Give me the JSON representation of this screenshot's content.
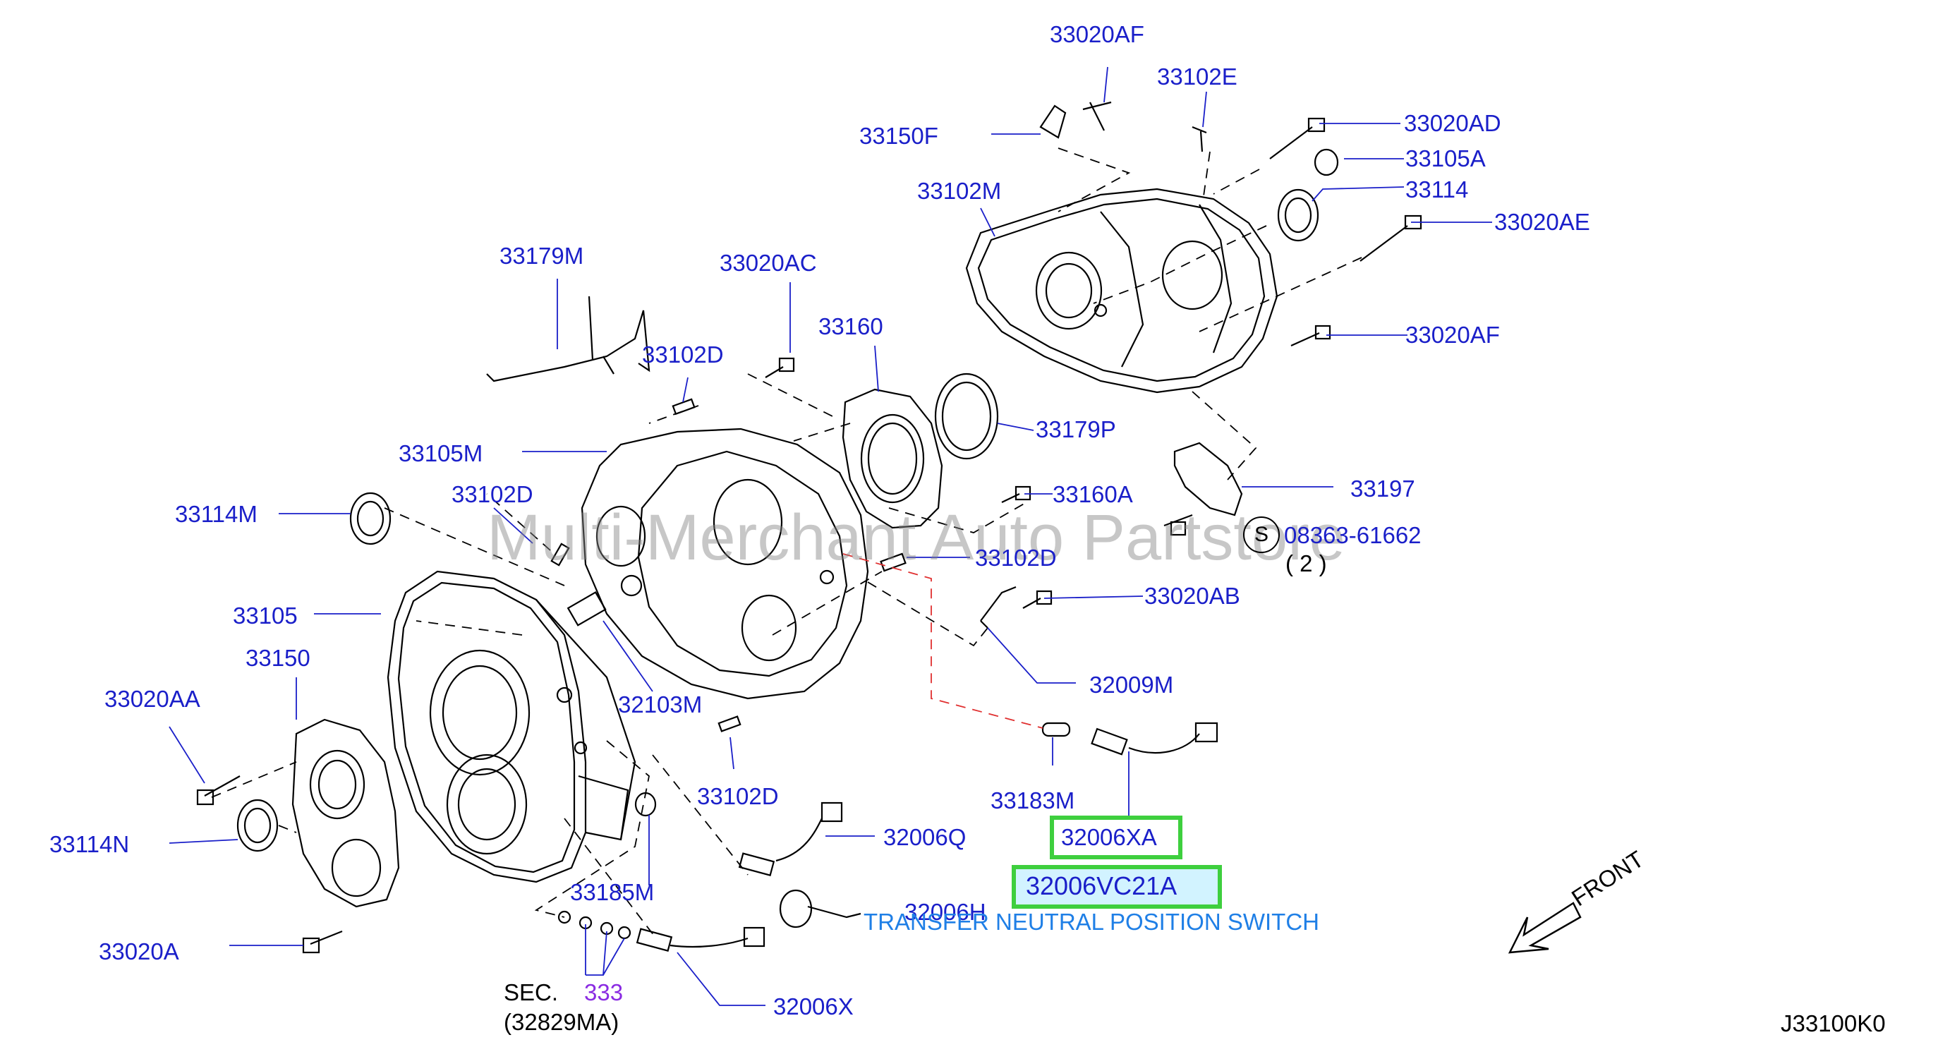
{
  "watermark": "Multi-Merchant Auto Partstore",
  "labels": {
    "p33020AF_top": "33020AF",
    "p33102E": "33102E",
    "p33150F": "33150F",
    "p33020AD": "33020AD",
    "p33105A": "33105A",
    "p33102M": "33102M",
    "p33114": "33114",
    "p33020AE": "33020AE",
    "p33179M": "33179M",
    "p33020AC": "33020AC",
    "p33160": "33160",
    "p33020AF_mid": "33020AF",
    "p33102D_a": "33102D",
    "p33179P": "33179P",
    "p33105M": "33105M",
    "p33102D_b": "33102D",
    "p33160A": "33160A",
    "p33197": "33197",
    "p33114M": "33114M",
    "p08363": "08363-61662",
    "p08363_qty": "( 2 )",
    "p33102D_c": "33102D",
    "p33105": "33105",
    "p33020AB": "33020AB",
    "p33150": "33150",
    "p32009M": "32009M",
    "p33020AA": "33020AA",
    "p32103M": "32103M",
    "p33102D_d": "33102D",
    "p33183M": "33183M",
    "p33114N": "33114N",
    "p32006Q": "32006Q",
    "p32006XA": "32006XA",
    "p32006VC21A": "32006VC21A",
    "p33185M": "33185M",
    "p32006H": "32006H",
    "p33020A": "33020A",
    "p32006X": "32006X",
    "sec": "SEC.",
    "sec_num": "333",
    "sec_ref": "(32829MA)",
    "switch_desc": "TRANSFER NEUTRAL POSITION SWITCH",
    "front": "FRONT",
    "circle_s": "S",
    "drawing_id": "J33100K0"
  },
  "colors": {
    "label_blue": "#1a1fc9",
    "highlight_green": "#3ecf3e",
    "highlight_fill": "#b4ebff",
    "sec_purple": "#8a2be2",
    "desc_blue": "#1f7fe6",
    "red_dashed": "#e03030"
  }
}
